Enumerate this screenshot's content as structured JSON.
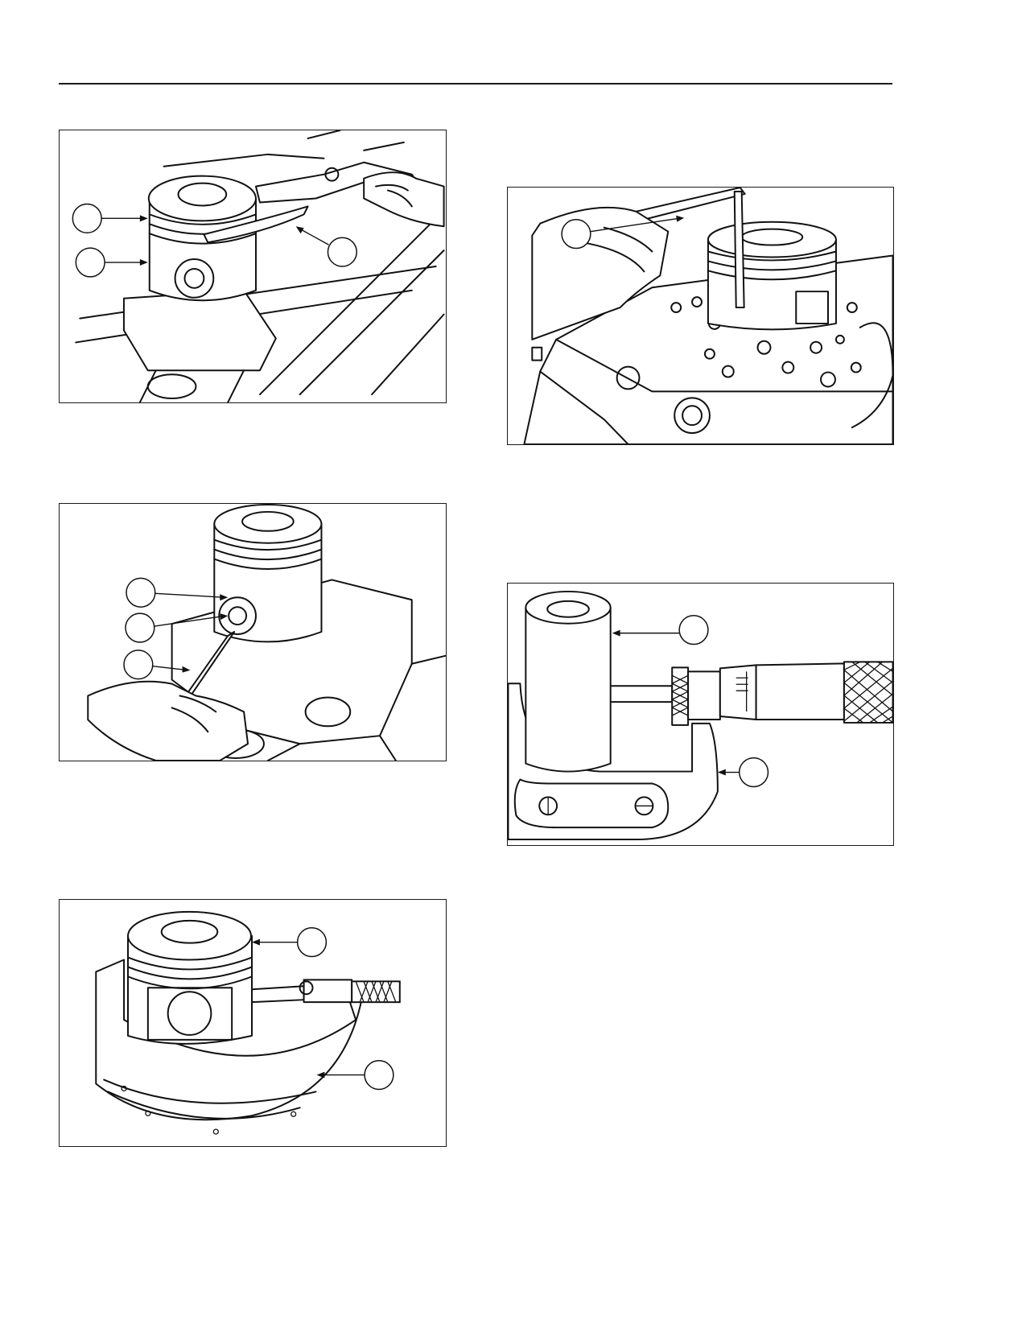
{
  "page": {
    "header_rule": true
  },
  "figures": [
    {
      "id": "fig-piston-ring-expander",
      "callouts": 3,
      "depicts": "piston-ring-expander-tool"
    },
    {
      "id": "fig-piston-pin-clip",
      "callouts": 3,
      "depicts": "piston-pin-retaining-clip-removal"
    },
    {
      "id": "fig-piston-micrometer",
      "callouts": 2,
      "depicts": "piston-diameter-micrometer"
    },
    {
      "id": "fig-ring-gap-feeler",
      "callouts": 1,
      "depicts": "piston-ring-gap-feeler-gauge"
    },
    {
      "id": "fig-pin-micrometer",
      "callouts": 2,
      "depicts": "piston-pin-micrometer"
    }
  ]
}
